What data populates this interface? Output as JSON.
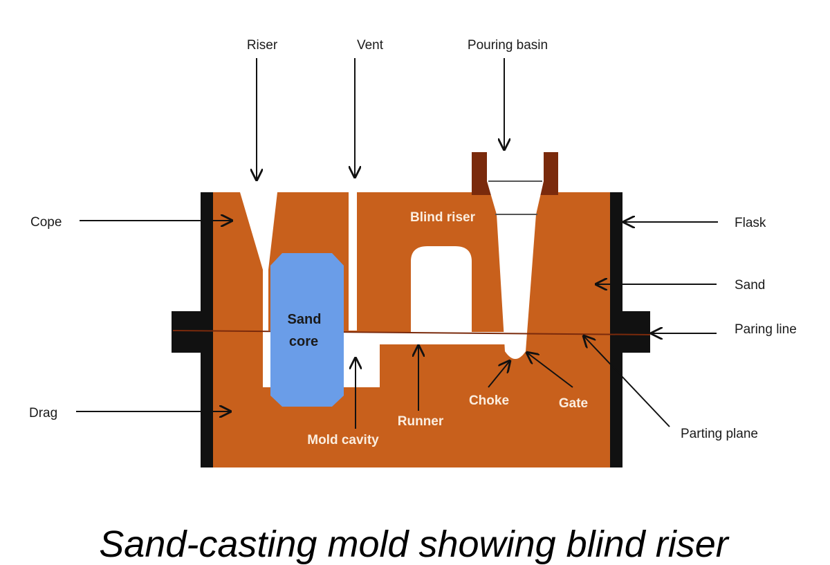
{
  "labels": {
    "riser": "Riser",
    "vent": "Vent",
    "pouring_basin": "Pouring basin",
    "cope": "Cope",
    "flask": "Flask",
    "sand": "Sand",
    "paring_line": "Paring line",
    "drag": "Drag",
    "parting_plane": "Parting plane",
    "blind_riser": "Blind riser",
    "sand_core_line1": "Sand",
    "sand_core_line2": "core",
    "choke": "Choke",
    "gate": "Gate",
    "runner": "Runner",
    "mold_cavity": "Mold cavity"
  },
  "caption": "Sand-casting mold showing blind riser",
  "colors": {
    "sand": "#c8601c",
    "core": "#6a9de8",
    "flask": "#111111",
    "basin_rim": "#7a2a0c",
    "cavity": "#ffffff"
  }
}
